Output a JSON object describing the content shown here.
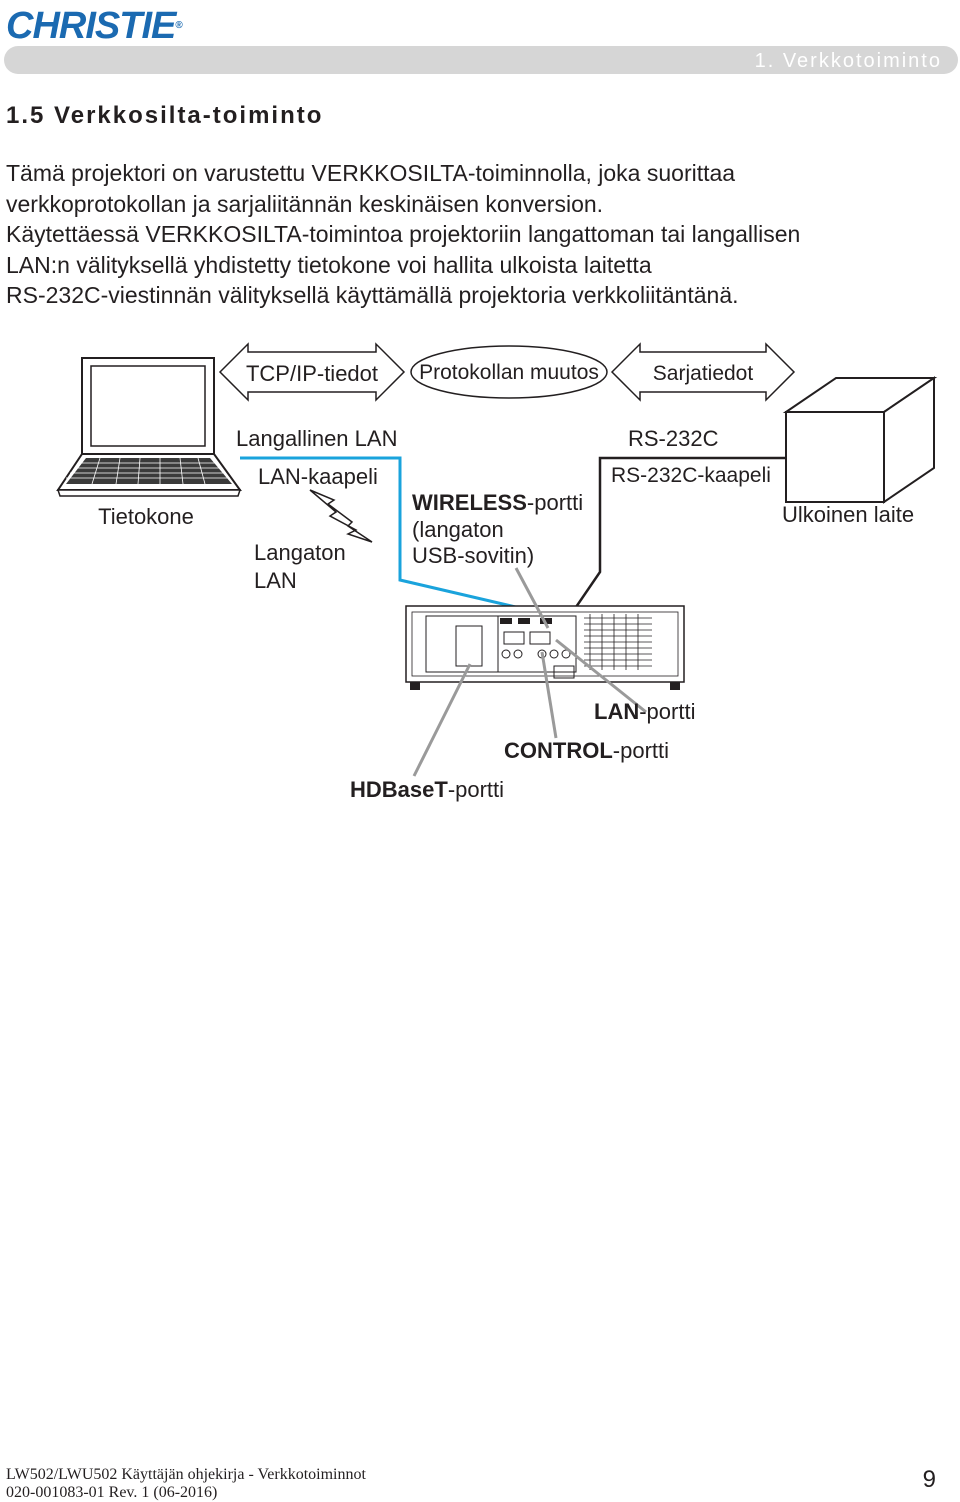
{
  "brand": {
    "logo_text": "CHRISTIE",
    "registered_mark": "®"
  },
  "header": {
    "chapter": "1. Verkkotoiminto"
  },
  "section": {
    "title": "1.5 Verkkosilta-toiminto"
  },
  "intro": {
    "lines": [
      "Tämä projektori on varustettu VERKKOSILTA-toiminnolla, joka suorittaa",
      "verkkoprotokollan ja sarjaliitännän keskinäisen konversion.",
      "Käytettäessä VERKKOSILTA-toimintoa projektoriin langattoman tai langallisen",
      "LAN:n välityksellä yhdistetty tietokone voi hallita ulkoista laitetta",
      "RS-232C-viestinnän välityksellä käyttämällä projektoria verkkoliitäntänä."
    ]
  },
  "diagram": {
    "tcpip_label": "TCP/IP-tiedot",
    "protocol_label": "Protokollan muutos",
    "serial_label": "Sarjatiedot",
    "computer_label": "Tietokone",
    "wired_lan_label": "Langallinen LAN",
    "lan_cable_label": "LAN-kaapeli",
    "wireless_lan_line1": "Langaton",
    "wireless_lan_line2": "LAN",
    "wireless_port_bold": "WIRELESS",
    "wireless_port_rest": "-portti",
    "wireless_port_line2": "(langaton",
    "wireless_port_line3": "USB-sovitin)",
    "rs232c_label": "RS-232C",
    "rs232c_cable_label": "RS-232C-kaapeli",
    "external_device_label": "Ulkoinen laite",
    "lan_port_bold": "LAN",
    "lan_port_rest": "-portti",
    "control_port_bold": "CONTROL",
    "control_port_rest": "-portti",
    "hdbaset_port_bold": "HDBaseT",
    "hdbaset_port_rest": "-portti",
    "colors": {
      "lan_cable": "#1aa3dc",
      "serial_cable": "#231f20",
      "port_leader": "#9a9a9a"
    }
  },
  "footer": {
    "manual_title": "LW502/LWU502 Käyttäjän ohjekirja - Verkkotoiminnot",
    "doc_number": "020-001083-01 Rev. 1 (06-2016)",
    "page_number": "9"
  }
}
